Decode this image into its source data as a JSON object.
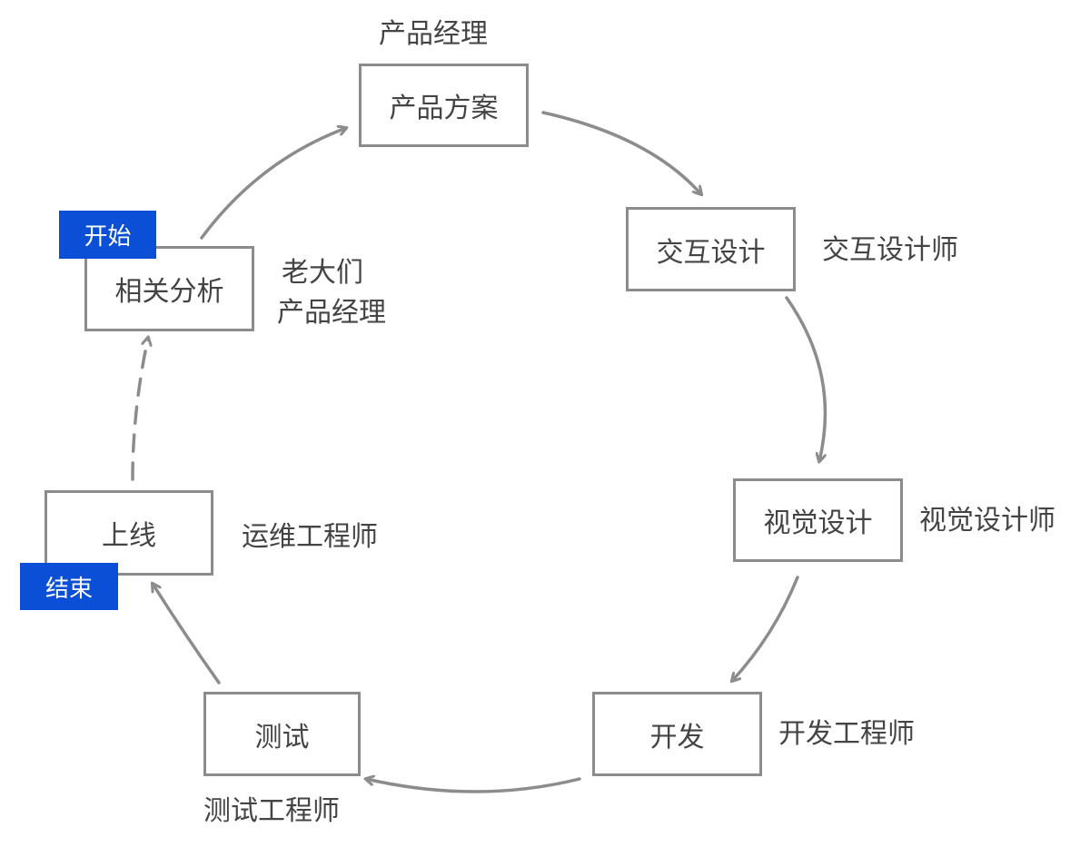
{
  "steps": {
    "product_plan": {
      "label": "产品方案",
      "role": "产品经理"
    },
    "interaction_design": {
      "label": "交互设计",
      "role": "交互设计师"
    },
    "visual_design": {
      "label": "视觉设计",
      "role": "视觉设计师"
    },
    "development": {
      "label": "开发",
      "role": "开发工程师"
    },
    "testing": {
      "label": "测试",
      "role": "测试工程师"
    },
    "launch": {
      "label": "上线",
      "role": "运维工程师"
    },
    "analysis": {
      "label": "相关分析",
      "role_line1": "老大们",
      "role_line2": "产品经理"
    }
  },
  "tags": {
    "start": "开始",
    "end": "结束"
  },
  "colors": {
    "box_border": "#8c8c8c",
    "arrow": "#8c8c8c",
    "tag_bg": "#0a4fd6",
    "text": "#444444"
  }
}
